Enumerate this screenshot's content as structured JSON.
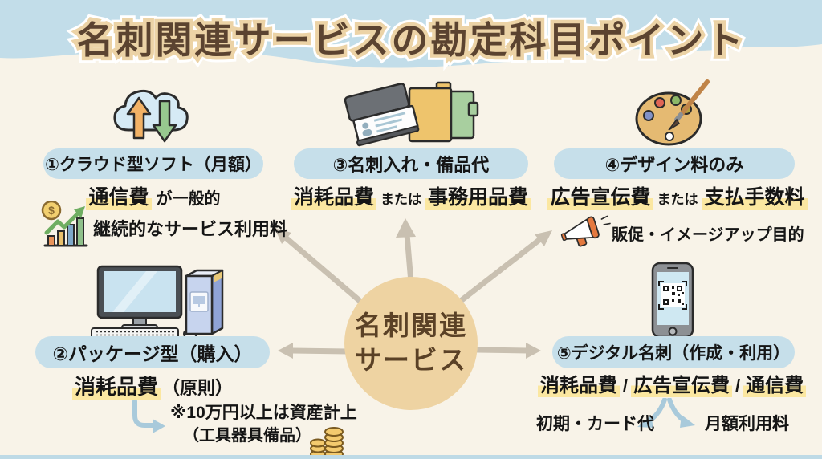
{
  "title": "名刺関連サービスの勘定科目ポイント",
  "center": {
    "line1": "名刺関連",
    "line2": "サービス"
  },
  "sections": {
    "cloud": {
      "heading": "①クラウド型ソフト（月額）",
      "account": "通信費",
      "suffix": "が一般的",
      "note": "継続的なサービス利用料"
    },
    "supplies": {
      "heading": "③名刺入れ・備品代",
      "account1": "消耗品費",
      "connector": "または",
      "account2": "事務用品費"
    },
    "design": {
      "heading": "④デザイン料のみ",
      "account1": "広告宣伝費",
      "connector": "または",
      "account2": "支払手数料",
      "note": "販促・イメージアップ目的"
    },
    "package": {
      "heading": "②パッケージ型（購入）",
      "account": "消耗品費",
      "suffix": "（原則）",
      "note1": "※10万円以上は資産計上",
      "note2": "（工具器具備品）"
    },
    "digital": {
      "heading": "⑤デジタル名刺（作成・利用）",
      "account1": "消耗品費",
      "sep1": "/",
      "account2": "広告宣伝費",
      "sep2": "/",
      "account3": "通信費",
      "note_left": "初期・カード代",
      "note_right": "月額利用料"
    }
  },
  "icons": [
    "cloud-sync-icon",
    "growth-chart-icon",
    "card-case-folders-icon",
    "palette-icon",
    "megaphone-icon",
    "computer-software-icon",
    "coins-icon",
    "smartphone-qr-icon",
    "radial-arrows",
    "bent-arrow-icon",
    "split-arrows-icon"
  ],
  "colors": {
    "background": "#f8f3e8",
    "band_blue": "#c2dde9",
    "pill_blue": "#c6dfea",
    "highlight_yellow": "#fbe7a1",
    "title_brown": "#5b4330",
    "title_outline": "#ecd3a6",
    "center_circle": "#eed3a2",
    "center_text": "#5a4126",
    "radial_arrow": "#c9c0b1",
    "blue_arrow": "#a9cadb"
  }
}
